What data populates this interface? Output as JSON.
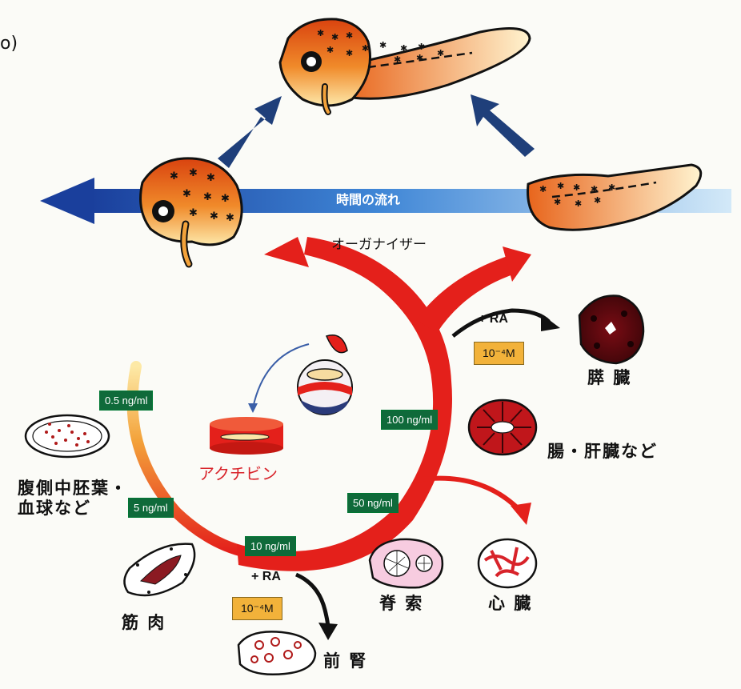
{
  "corner_mark": "o)",
  "time_arrow_label": "時間の流れ",
  "organizer_label": "オーガナイザー",
  "activin_label": "アクチビン",
  "concentrations": {
    "c05": "0.5 ng/ml",
    "c5": "5 ng/ml",
    "c10": "10 ng/ml",
    "c50": "50 ng/ml",
    "c100": "100 ng/ml"
  },
  "ra_treatment": {
    "label": "+ RA",
    "molar": "10⁻⁴M"
  },
  "tissues": {
    "ventral": "腹側中胚葉・\n血球など",
    "muscle": "筋 肉",
    "kidney": "前 腎",
    "notochord": "脊 索",
    "heart": "心 臓",
    "gut_liver": "腸・肝臓など",
    "pancreas": "膵 臓"
  },
  "colors": {
    "main_red": "#e4201b",
    "time_arrow_dark": "#1a3f9c",
    "time_arrow_light": "#cfe6f7",
    "label_green": "#0f6a3a",
    "label_orange": "#f2b23a",
    "tadpole_orange": "#e8651c"
  }
}
